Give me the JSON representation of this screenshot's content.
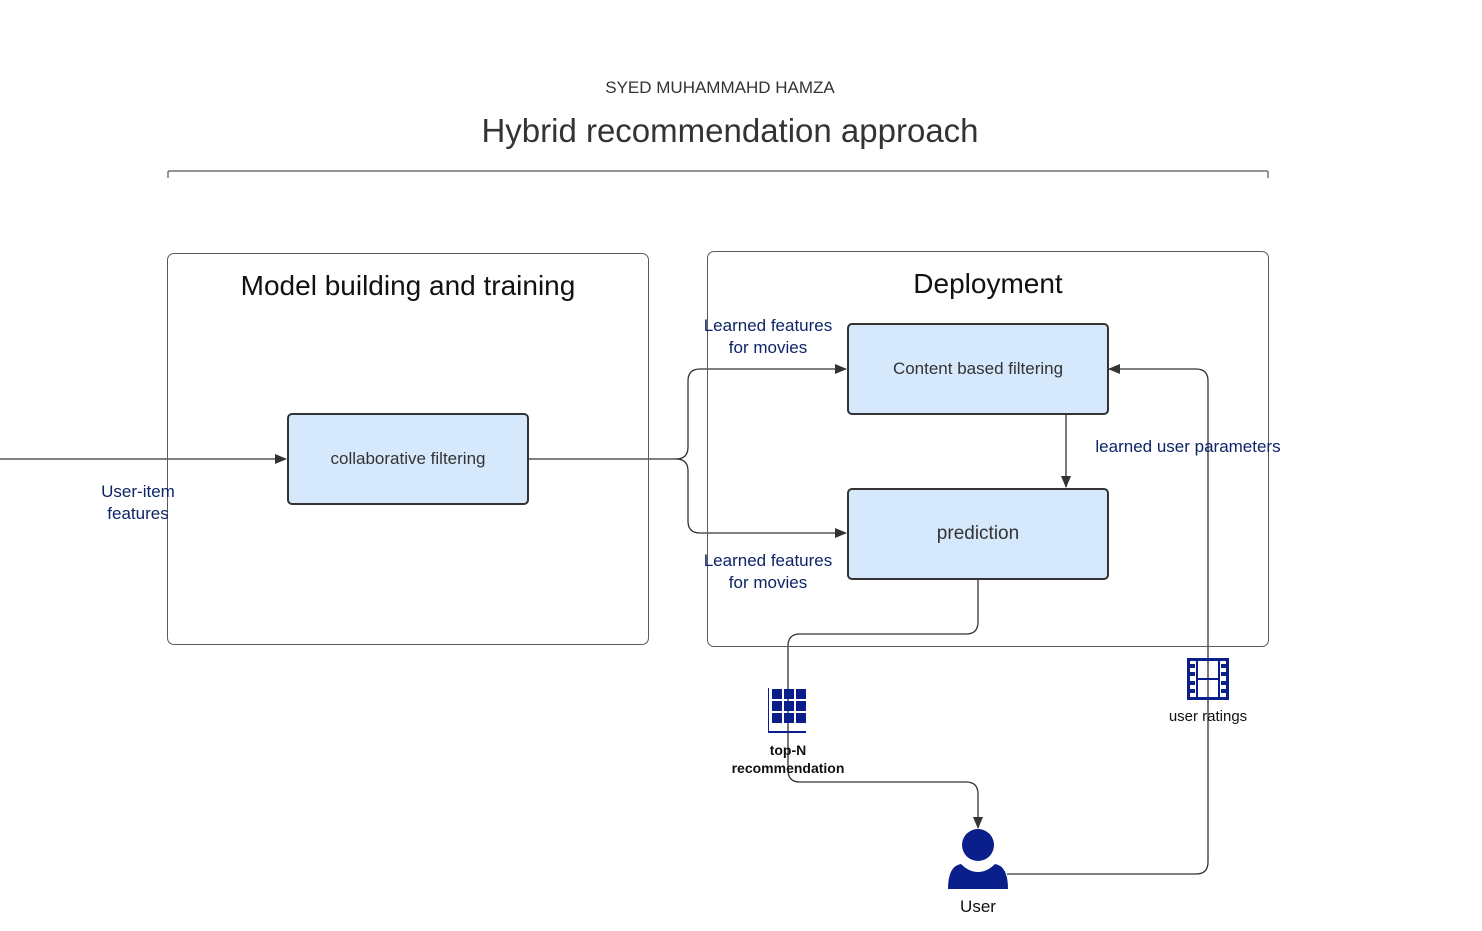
{
  "header": {
    "author": "SYED MUHAMMAHD HAMZA",
    "title": "Hybrid recommendation approach"
  },
  "groups": {
    "model": "Model building and training",
    "deployment": "Deployment"
  },
  "nodes": {
    "collaborative": "collaborative filtering",
    "content_based": "Content based filtering",
    "prediction": "prediction"
  },
  "edge_labels": {
    "user_item_line1": "User-item",
    "user_item_line2": "features",
    "learned_top_line1": "Learned features",
    "learned_top_line2": "for movies",
    "learned_bottom_line1": "Learned features",
    "learned_bottom_line2": "for movies",
    "learned_user_params": "learned user parameters"
  },
  "icons": {
    "top_n_line1": "top-N",
    "top_n_line2": "recommendation",
    "user_ratings": "user ratings",
    "user": "User"
  },
  "colors": {
    "node_fill": "#d6e8fc",
    "label_navy": "#0d2466",
    "icon_navy": "#0a1f8a"
  }
}
